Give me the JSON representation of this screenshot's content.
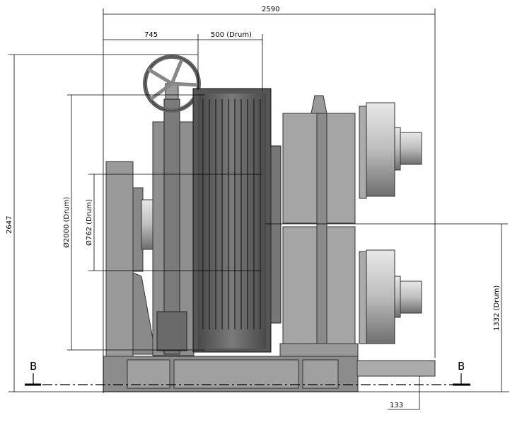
{
  "dimensions": {
    "overall_width": "2590",
    "left_offset": "745",
    "drum_width": "500 (Drum)",
    "overall_height": "2647",
    "drum_diameter": "Ø2000 (Drum)",
    "core_diameter": "Ø762 (Drum)",
    "drum_height": "1332 (Drum)",
    "base_offset": "133"
  },
  "section": {
    "left": "B",
    "right": "B"
  },
  "colors": {
    "metal_dark": "#5a5a5a",
    "metal_mid": "#9a9a9a",
    "metal_light": "#c8c8c8",
    "line": "#000000"
  }
}
